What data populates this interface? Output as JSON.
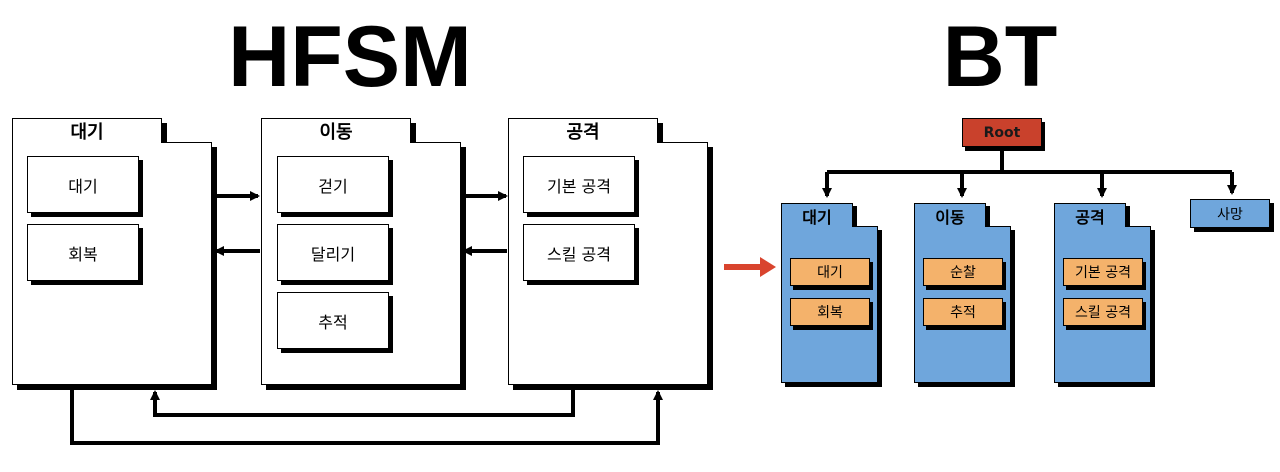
{
  "titles": {
    "left": "HFSM",
    "right": "BT"
  },
  "hfsm": {
    "states": [
      {
        "name": "대기",
        "subs": [
          "대기",
          "회복"
        ]
      },
      {
        "name": "이동",
        "subs": [
          "걷기",
          "달리기",
          "추적"
        ]
      },
      {
        "name": "공격",
        "subs": [
          "기본 공격",
          "스킬 공격"
        ]
      }
    ]
  },
  "bt": {
    "root": "Root",
    "groups": [
      {
        "name": "대기",
        "leaves": [
          "대기",
          "회복"
        ]
      },
      {
        "name": "이동",
        "leaves": [
          "순찰",
          "추적"
        ]
      },
      {
        "name": "공격",
        "leaves": [
          "기본 공격",
          "스킬 공격"
        ]
      }
    ],
    "single": "사망"
  },
  "colors": {
    "root": "#c9412c",
    "composite": "#6fa6dc",
    "leaf": "#f4b26b",
    "transition_arrow": "#d9442e"
  }
}
